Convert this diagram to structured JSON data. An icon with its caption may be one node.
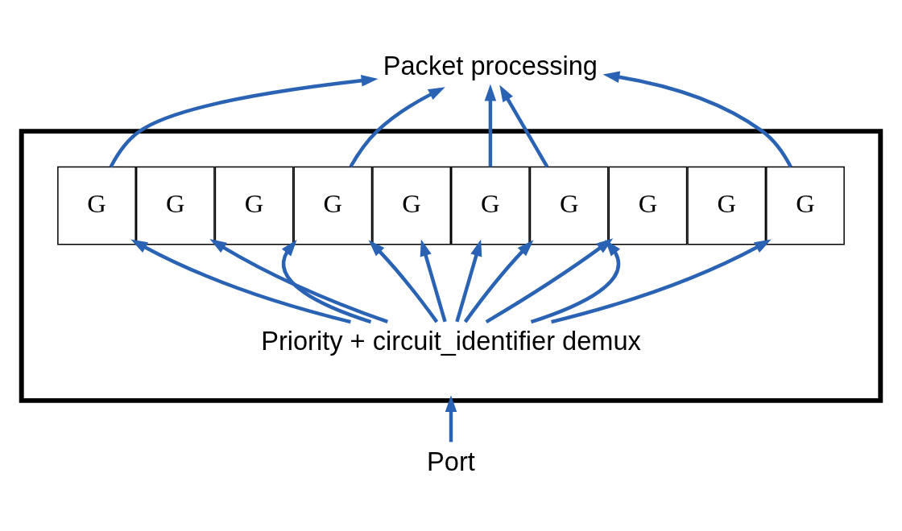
{
  "diagram": {
    "nodes": [
      {
        "text": [],
        "shape": "box"
      },
      {
        "text": [
          "G"
        ],
        "in": 0
      },
      {
        "text": [
          "G"
        ],
        "in": 0
      },
      {
        "text": [
          "G"
        ],
        "in": 0
      },
      {
        "text": [
          "G"
        ],
        "in": 0
      },
      {
        "text": [
          "G"
        ],
        "in": 0
      },
      {
        "text": [
          "G"
        ],
        "in": 0
      },
      {
        "text": [
          "G"
        ],
        "in": 0
      },
      {
        "text": [
          "G"
        ],
        "in": 0
      },
      {
        "text": [
          "G"
        ],
        "in": 0
      },
      {
        "text": [
          "G"
        ],
        "in": 0
      },
      {
        "text": [
          "Priority + circuit_identifier demux"
        ],
        "in": 0
      },
      {
        "text": [
          "Packet processing"
        ]
      },
      {
        "text": [
          "Port"
        ]
      }
    ],
    "edges": [
      {
        "from": 13,
        "to": 0,
        "arrow": "to"
      },
      {
        "from": 11,
        "to": 1,
        "arrow": "to"
      },
      {
        "from": 11,
        "to": 2,
        "arrow": "to"
      },
      {
        "from": 11,
        "to": 4,
        "arrow": "to"
      },
      {
        "from": 11,
        "to": 4,
        "arrow": "to"
      },
      {
        "from": 11,
        "to": 5,
        "arrow": "to"
      },
      {
        "from": 11,
        "to": 6,
        "arrow": "to"
      },
      {
        "from": 11,
        "to": 7,
        "arrow": "to"
      },
      {
        "from": 11,
        "to": 7,
        "arrow": "to"
      },
      {
        "from": 11,
        "to": 8,
        "arrow": "to"
      },
      {
        "from": 11,
        "to": 10,
        "arrow": "to"
      },
      {
        "from": 1,
        "to": 12,
        "arrow": "to"
      },
      {
        "from": 4,
        "to": 12,
        "arrow": "to"
      },
      {
        "from": 6,
        "to": 12,
        "arrow": "to"
      },
      {
        "from": 7,
        "to": 12,
        "arrow": "to"
      },
      {
        "from": 10,
        "to": 12,
        "arrow": "to"
      }
    ]
  }
}
